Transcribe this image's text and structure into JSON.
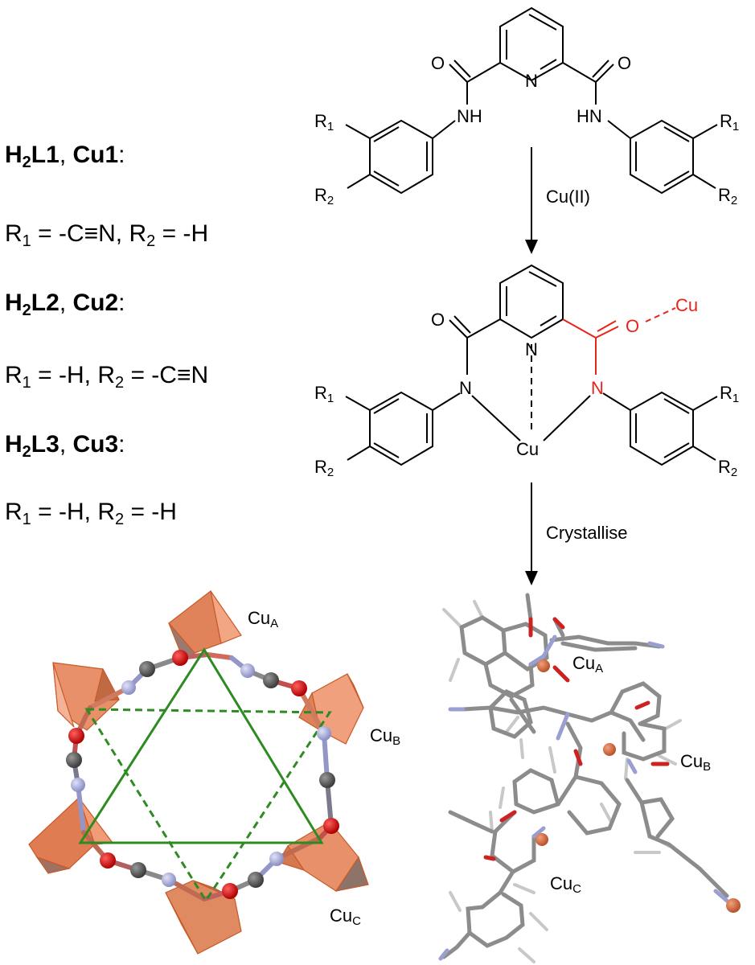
{
  "ligands": [
    {
      "name_main": "H",
      "name_sub": "2",
      "name_rest": "L1",
      "sep": ", ",
      "complex": "Cu1",
      "colon": ":",
      "r1_label": "R",
      "r1_sub": "1",
      "r1_val": " = -C≡N, ",
      "r2_label": "R",
      "r2_sub": "2",
      "r2_val": " = -H"
    },
    {
      "name_main": "H",
      "name_sub": "2",
      "name_rest": "L2",
      "sep": ", ",
      "complex": "Cu2",
      "colon": ":",
      "r1_label": "R",
      "r1_sub": "1",
      "r1_val": " = -H, ",
      "r2_label": "R",
      "r2_sub": "2",
      "r2_val": " = -C≡N"
    },
    {
      "name_main": "H",
      "name_sub": "2",
      "name_rest": "L3",
      "sep": ", ",
      "complex": "Cu3",
      "colon": ":",
      "r1_label": "R",
      "r1_sub": "1",
      "r1_val": " = -H, ",
      "r2_label": "R",
      "r2_sub": "2",
      "r2_val": " = -H"
    }
  ],
  "scheme": {
    "atoms": {
      "O": "O",
      "N": "N",
      "NH": "NH",
      "HN": "HN",
      "Cu": "Cu",
      "R": "R",
      "sub1": "1",
      "sub2": "2"
    },
    "arrow1_label": "Cu(II)",
    "arrow2_label": "Crystallise"
  },
  "cu_labels": {
    "base": "Cu",
    "a": "A",
    "b": "B",
    "c": "C"
  },
  "colors": {
    "red": "#e8231a",
    "copper": "#d8703f",
    "oxygen": "#d00000",
    "nitrogen": "#a8acd8",
    "carbon": "#5a5a5a",
    "triangle": "#2e8b22"
  }
}
